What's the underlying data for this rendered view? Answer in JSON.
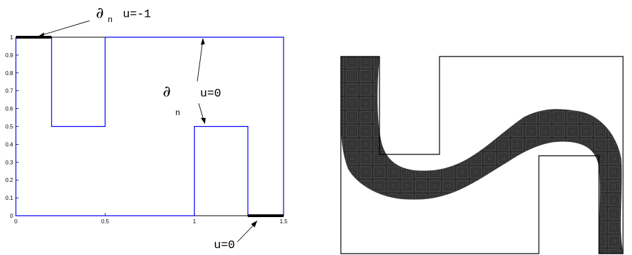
{
  "left_panel": {
    "x_ticks": [
      "0",
      "0.5",
      "1",
      "1.5"
    ],
    "y_ticks": [
      "0",
      "0.1",
      "0.2",
      "0.3",
      "0.4",
      "0.5",
      "0.6",
      "0.7",
      "0.8",
      "0.9",
      "1"
    ],
    "xlim": [
      0,
      1.5
    ],
    "ylim": [
      0,
      1
    ],
    "domain_outline": [
      [
        0,
        1
      ],
      [
        0.2,
        1
      ],
      [
        0.2,
        0.5
      ],
      [
        0.5,
        0.5
      ],
      [
        0.5,
        1
      ],
      [
        1.5,
        1
      ],
      [
        1.5,
        0
      ],
      [
        1.3,
        0
      ],
      [
        1.3,
        0.5
      ],
      [
        1,
        0.5
      ],
      [
        1,
        0
      ],
      [
        0,
        0
      ],
      [
        0,
        1
      ]
    ],
    "inflow_segment": [
      [
        0,
        1
      ],
      [
        0.2,
        1
      ]
    ],
    "outflow_segment": [
      [
        1.3,
        0
      ],
      [
        1.5,
        0
      ]
    ],
    "line_color": "#0000ff",
    "thick_segment_color": "#000000",
    "annotations": {
      "inflow": {
        "symbol": "∂",
        "sub": "n",
        "text": "u=-1"
      },
      "wall": {
        "symbol": "∂",
        "sub": "n",
        "text": "u=0"
      },
      "outflow": {
        "text": "u=0"
      }
    }
  },
  "right_panel": {
    "band_color": "#2b2b2b",
    "outline_color": "#000000"
  }
}
